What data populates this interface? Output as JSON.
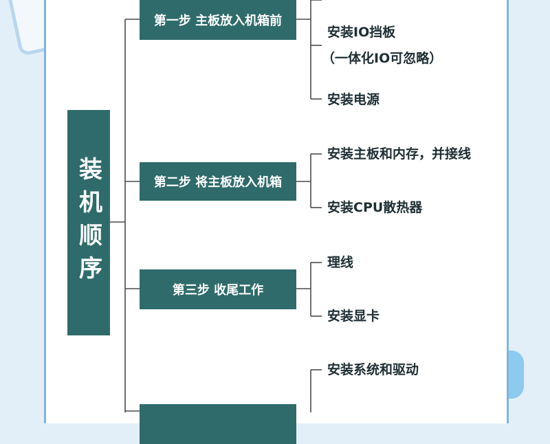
{
  "title": "装机顺序",
  "steps": [
    {
      "label": "第一步 主板放入机箱前",
      "items": [
        "安装IO挡板",
        "（一体化IO可忽略）",
        "安装电源"
      ]
    },
    {
      "label": "第二步 将主板放入机箱",
      "items": [
        "安装主板和内存，并接线",
        "安装CPU散热器"
      ]
    },
    {
      "label": "第三步 收尾工作",
      "items": [
        "理线",
        "安装显卡"
      ]
    },
    {
      "label": "",
      "items": [
        "安装系统和驱动"
      ]
    }
  ],
  "colors": {
    "box": "#2f6b6b",
    "line": "#4a4a4a",
    "panel_border": "#7fb4de",
    "background": "#e3eff8"
  }
}
